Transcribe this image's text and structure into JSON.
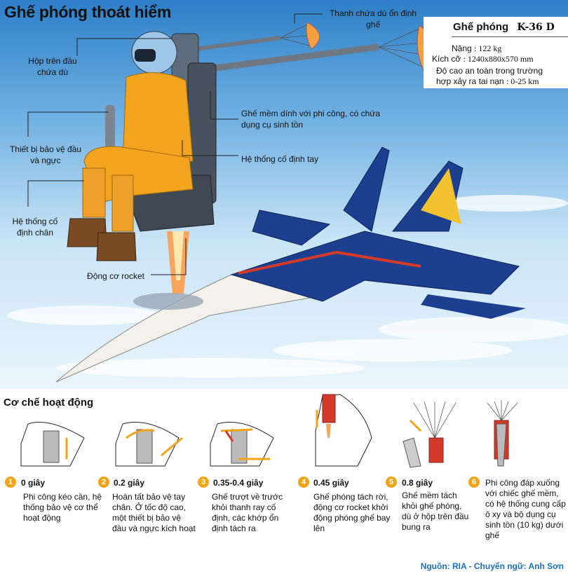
{
  "title": "Ghế phóng thoát hiểm",
  "labels": {
    "stabilizer_rod": "Thanh chứa dù ổn định ghế",
    "head_box": "Hộp trên đầu chứa dù",
    "head_chest_protection": "Thiết bị bảo vệ đầu và ngực",
    "soft_seat": "Ghế mềm dính với phi công, có chứa dụng cụ sinh tồn",
    "arm_restraint": "Hệ thống cố định tay",
    "leg_restraint": "Hệ thống cố định chân",
    "rocket_engine": "Động cơ rocket"
  },
  "spec": {
    "heading": "Ghế phóng",
    "model": "K-36 D",
    "weight_label": "Nặng",
    "weight_value": ": 122 kg",
    "size_label": "Kích cỡ",
    "size_value": ": 1240x880x570 mm",
    "safe_alt_label_1": "Độ cao an toàn trong trường",
    "safe_alt_label_2": "hợp xảy ra tai nạn",
    "safe_alt_value": ": 0-25 km"
  },
  "mechanism": {
    "title": "Cơ chế hoạt động",
    "steps": [
      {
        "num": "1",
        "time": "0 giây",
        "desc": "Phi công kéo cần, hệ thống bảo vệ cơ thể hoạt động"
      },
      {
        "num": "2",
        "time": "0.2 giây",
        "desc": "Hoàn tất bảo vệ tay chân. Ở tốc độ cao, một thiết bị bảo vệ đầu và ngực kích hoạt"
      },
      {
        "num": "3",
        "time": "0.35-0.4 giây",
        "desc": "Ghế trượt về trước khỏi thanh ray cố định, các khớp ổn định tách ra"
      },
      {
        "num": "4",
        "time": "0.45 giây",
        "desc": "Ghế phóng tách rời, động cơ rocket khởi động phóng ghế bay lên"
      },
      {
        "num": "5",
        "time": "0.8 giây",
        "desc": "Ghế mềm tách khỏi ghế phóng, dù ở hộp trên đầu bung ra"
      },
      {
        "num": "6",
        "time": "",
        "desc": "Phi công đáp xuống với chiếc ghế mềm, có hệ thống cung cấp ô xy và bộ dụng cụ sinh tồn (10 kg) dưới ghế"
      }
    ]
  },
  "source": "Nguồn: RIA - Chuyển ngữ: Anh Sơn",
  "colors": {
    "sky_top": "#2d7fc8",
    "jet_blue": "#1d3f8f",
    "suit_orange": "#f2a41e",
    "step_badge": "#f0a418",
    "source_text": "#1b6fc0"
  }
}
